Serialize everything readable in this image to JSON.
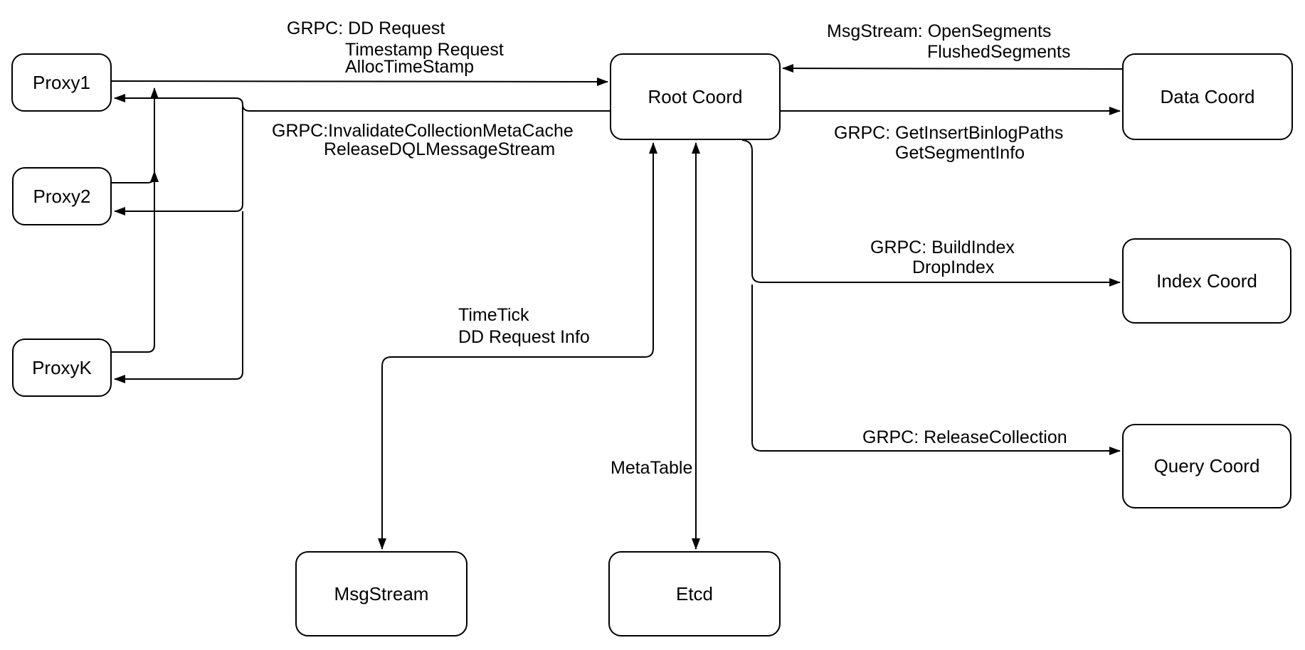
{
  "nodes": {
    "proxy1": {
      "label": "Proxy1"
    },
    "proxy2": {
      "label": "Proxy2"
    },
    "proxyk": {
      "label": "ProxyK"
    },
    "root_coord": {
      "label": "Root Coord"
    },
    "data_coord": {
      "label": "Data Coord"
    },
    "index_coord": {
      "label": "Index Coord"
    },
    "query_coord": {
      "label": "Query Coord"
    },
    "msgstream": {
      "label": "MsgStream"
    },
    "etcd": {
      "label": "Etcd"
    }
  },
  "edge_labels": {
    "proxy_to_root": {
      "lines": [
        "GRPC: DD Request",
        "Timestamp Request",
        "AllocTimeStamp"
      ]
    },
    "root_to_proxy": {
      "lines": [
        "GRPC:InvalidateCollectionMetaCache",
        "ReleaseDQLMessageStream"
      ]
    },
    "data_to_root": {
      "lines": [
        "MsgStream: OpenSegments",
        "FlushedSegments"
      ]
    },
    "root_to_data": {
      "lines": [
        "GRPC: GetInsertBinlogPaths",
        "GetSegmentInfo"
      ]
    },
    "root_to_index": {
      "lines": [
        "GRPC: BuildIndex",
        "DropIndex"
      ]
    },
    "root_to_query": {
      "lines": [
        "GRPC: ReleaseCollection"
      ]
    },
    "root_to_msgstream": {
      "lines": [
        "TimeTick",
        "DD Request Info"
      ]
    },
    "root_to_etcd": {
      "lines": [
        "MetaTable"
      ]
    }
  },
  "colors": {
    "stroke": "#000000",
    "node_fill": "#ffffff",
    "text": "#000000",
    "background": "#ffffff"
  }
}
